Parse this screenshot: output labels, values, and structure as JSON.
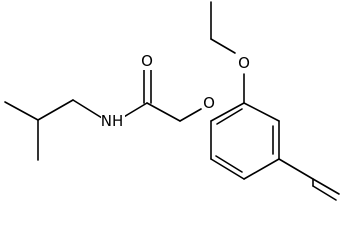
{
  "atoms": {
    "ethoxy_oxygen": "O",
    "ether_oxygen": "O",
    "carbonyl_oxygen": "O",
    "amide_nitrogen": "NH"
  }
}
